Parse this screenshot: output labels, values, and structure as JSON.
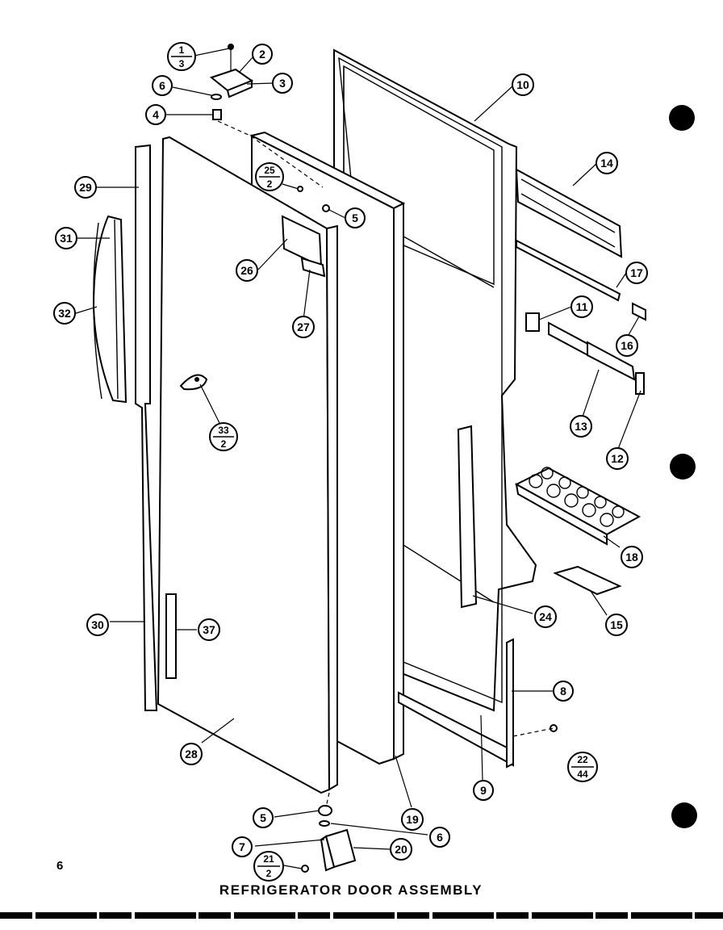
{
  "page_number": "6",
  "caption": "REFRIGERATOR DOOR ASSEMBLY",
  "callouts": [
    {
      "id": "c1-3",
      "num": "1",
      "den": "3"
    },
    {
      "id": "c2",
      "label": "2"
    },
    {
      "id": "c3",
      "label": "3"
    },
    {
      "id": "c6-top",
      "label": "6"
    },
    {
      "id": "c4",
      "label": "4"
    },
    {
      "id": "c10",
      "label": "10"
    },
    {
      "id": "c14",
      "label": "14"
    },
    {
      "id": "c29",
      "label": "29"
    },
    {
      "id": "c25-2",
      "num": "25",
      "den": "2"
    },
    {
      "id": "c5-top",
      "label": "5"
    },
    {
      "id": "c31",
      "label": "31"
    },
    {
      "id": "c26",
      "label": "26"
    },
    {
      "id": "c17",
      "label": "17"
    },
    {
      "id": "c32",
      "label": "32"
    },
    {
      "id": "c27",
      "label": "27"
    },
    {
      "id": "c11",
      "label": "11"
    },
    {
      "id": "c16",
      "label": "16"
    },
    {
      "id": "c33-2",
      "num": "33",
      "den": "2"
    },
    {
      "id": "c13",
      "label": "13"
    },
    {
      "id": "c12",
      "label": "12"
    },
    {
      "id": "c18",
      "label": "18"
    },
    {
      "id": "c24",
      "label": "24"
    },
    {
      "id": "c15",
      "label": "15"
    },
    {
      "id": "c30",
      "label": "30"
    },
    {
      "id": "c37",
      "label": "37"
    },
    {
      "id": "c8",
      "label": "8"
    },
    {
      "id": "c28",
      "label": "28"
    },
    {
      "id": "c22-44",
      "num": "22",
      "den": "44"
    },
    {
      "id": "c9",
      "label": "9"
    },
    {
      "id": "c5-bottom",
      "label": "5"
    },
    {
      "id": "c19",
      "label": "19"
    },
    {
      "id": "c6-bottom",
      "label": "6"
    },
    {
      "id": "c7",
      "label": "7"
    },
    {
      "id": "c20",
      "label": "20"
    },
    {
      "id": "c21-2",
      "num": "21",
      "den": "2"
    }
  ]
}
